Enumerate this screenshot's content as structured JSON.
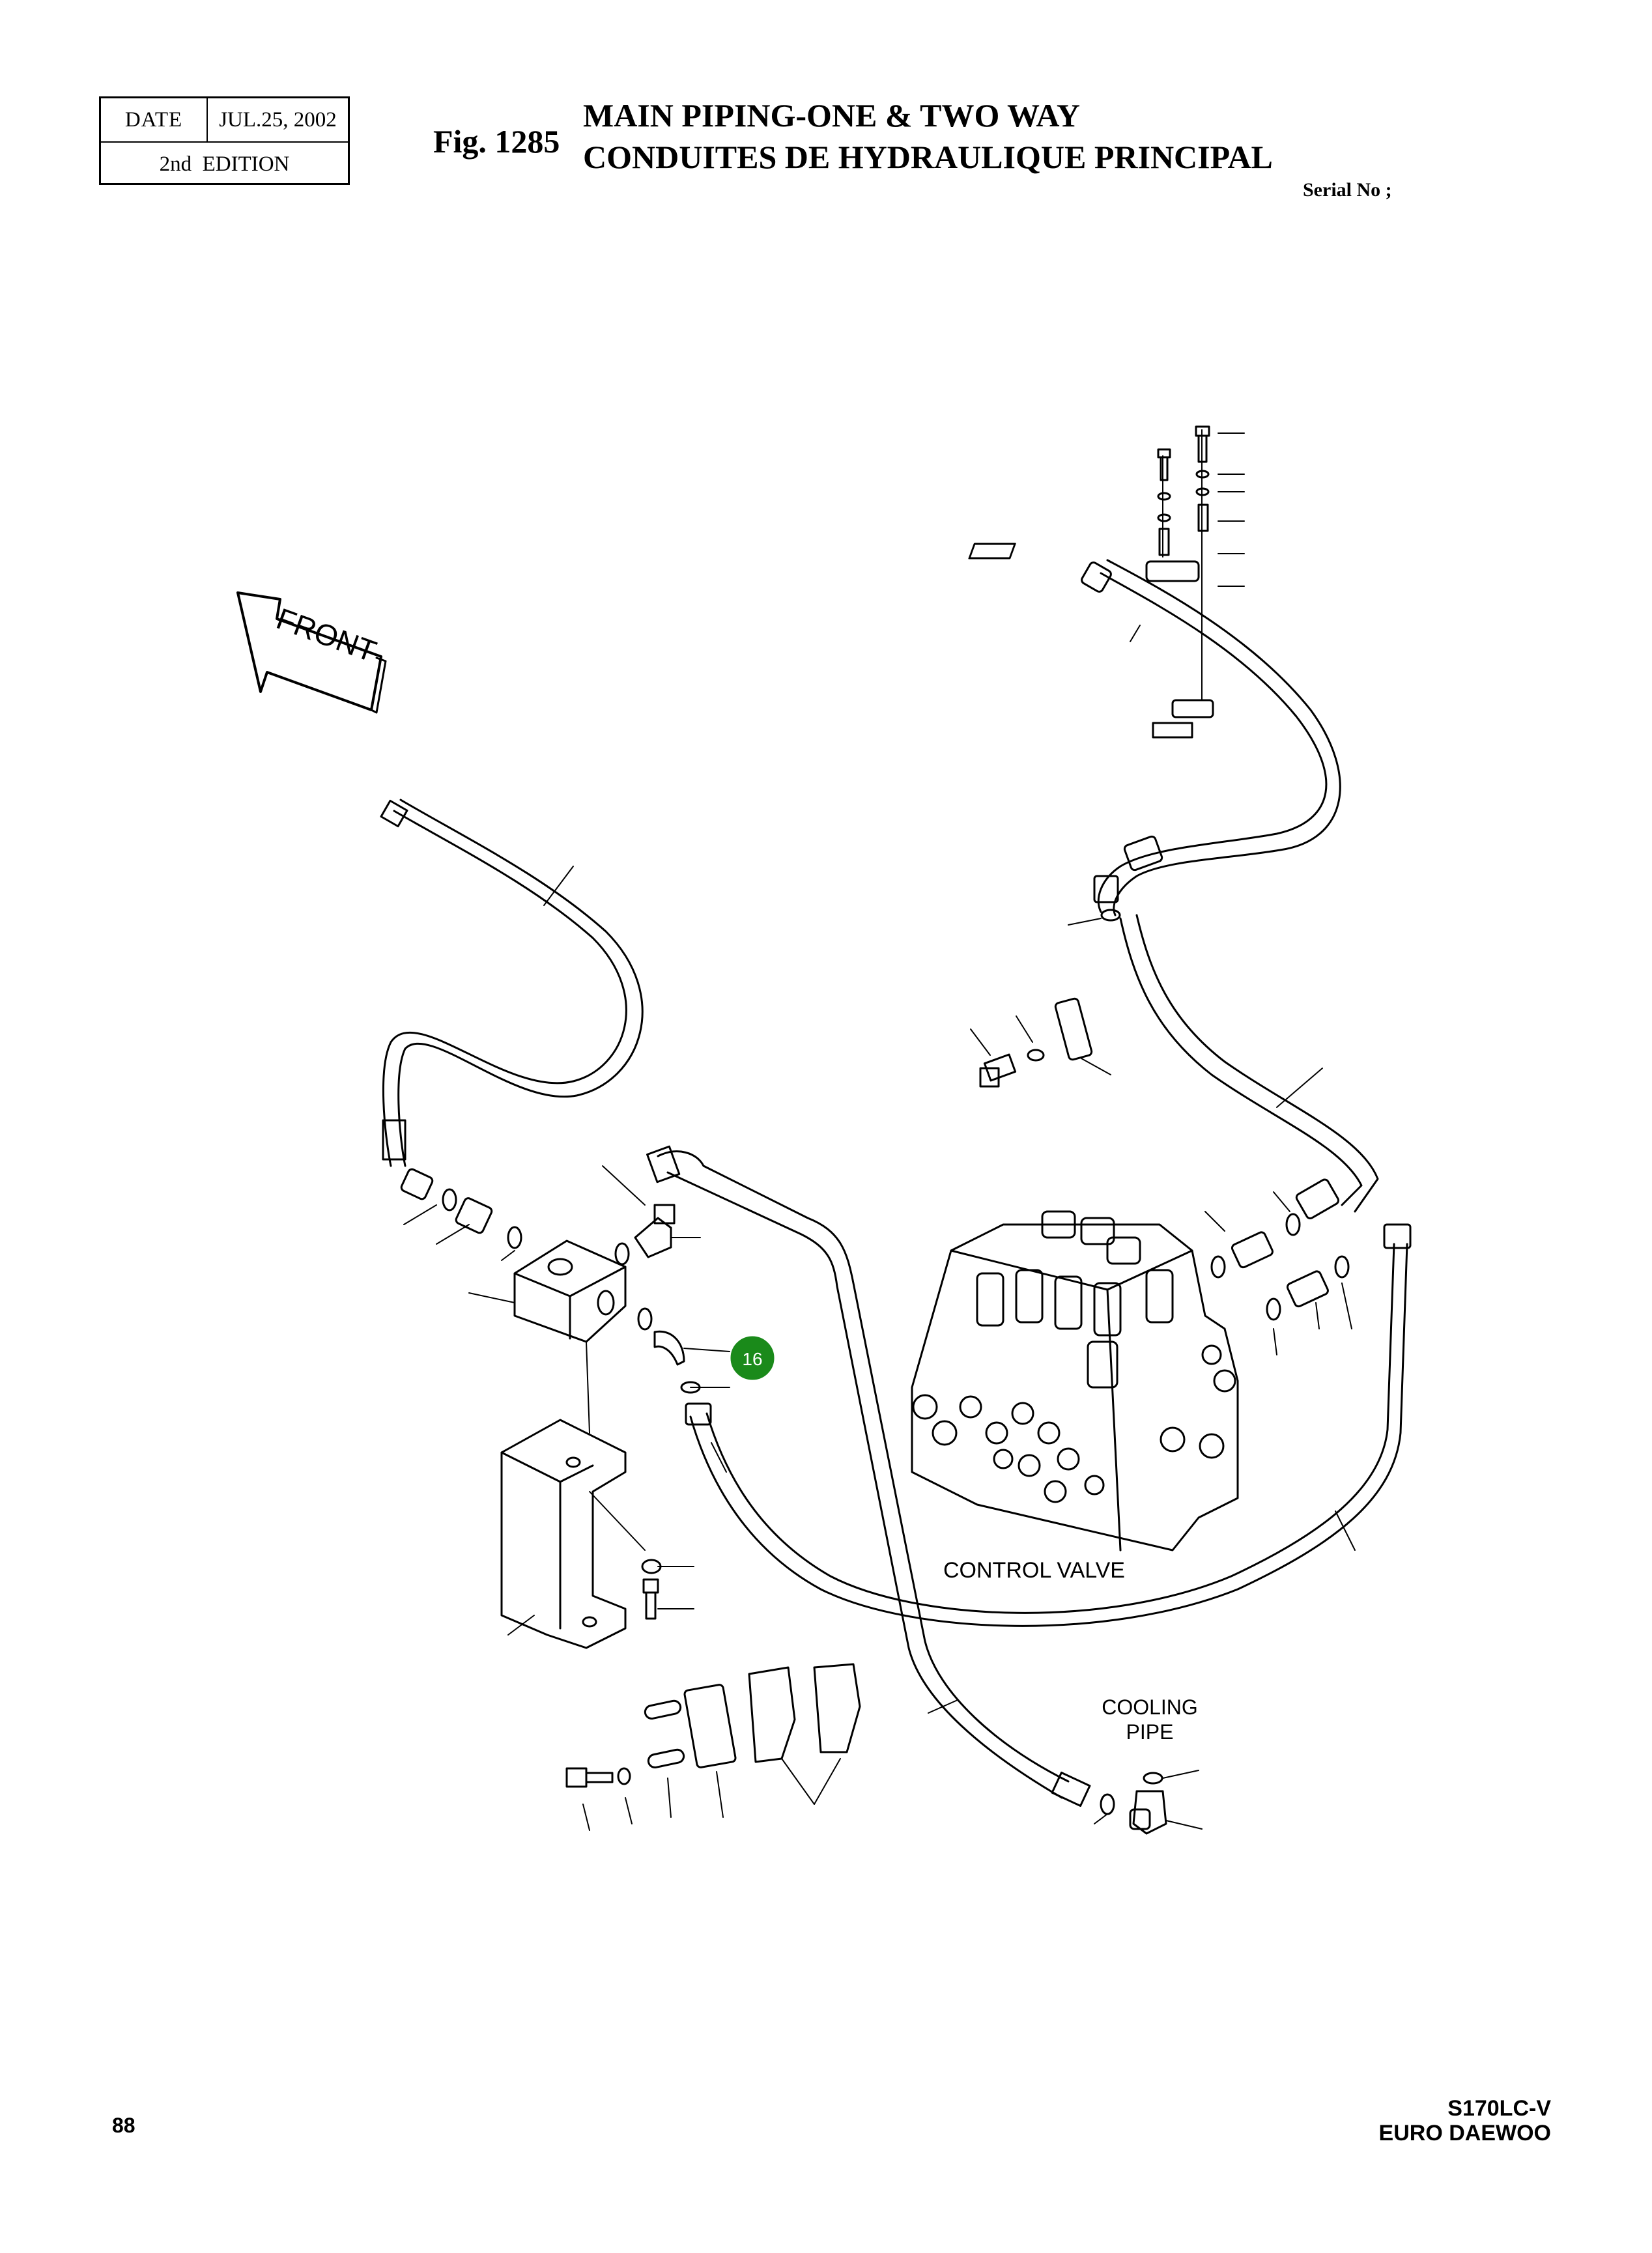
{
  "header": {
    "date_label": "DATE",
    "date_value": "JUL.25, 2002",
    "edition": "2nd  EDITION",
    "fig_number": "Fig. 1285",
    "title_en": "MAIN PIPING-ONE & TWO WAY",
    "title_fr": "CONDUITES DE HYDRAULIQUE PRINCIPAL",
    "serial": "Serial No ;"
  },
  "diagram": {
    "front_label": "FRONT",
    "control_valve_label": "CONTROL VALVE",
    "cooling_pipe_line1": "COOLING",
    "cooling_pipe_line2": "PIPE",
    "callout_number": "16",
    "callout_color": "#1a8a1a"
  },
  "footer": {
    "page_number": "88",
    "model_line1": "S170LC-V",
    "model_line2": "EURO DAEWOO"
  }
}
